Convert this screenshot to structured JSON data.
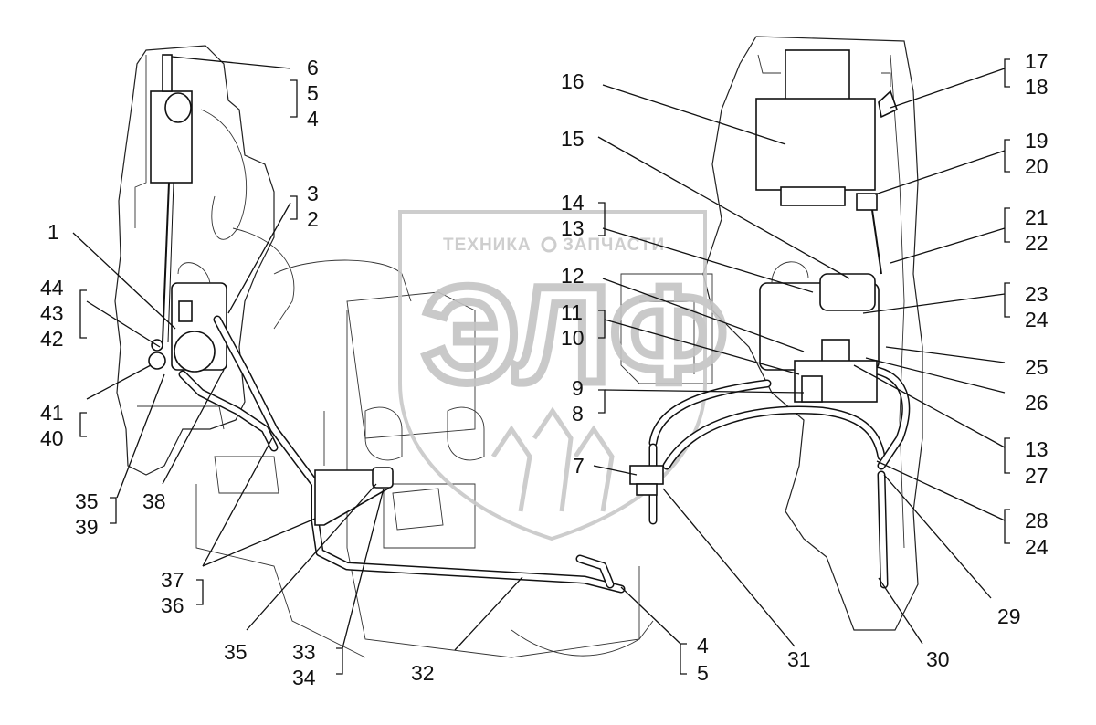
{
  "watermark": {
    "top_text_left": "ТЕХНИКА",
    "top_text_right": "ЗАПЧАСТИ",
    "big_text": "ЭЛФ"
  },
  "callouts": {
    "c1": "1",
    "c2": "2",
    "c3": "3",
    "c4a": "4",
    "c5a": "5",
    "c6": "6",
    "c7": "7",
    "c8": "8",
    "c9": "9",
    "c10": "10",
    "c11": "11",
    "c12": "12",
    "c13a": "13",
    "c13b": "13",
    "c14": "14",
    "c15": "15",
    "c16": "16",
    "c17": "17",
    "c18": "18",
    "c19": "19",
    "c20": "20",
    "c21": "21",
    "c22": "22",
    "c23": "23",
    "c24a": "24",
    "c24b": "24",
    "c25": "25",
    "c26": "26",
    "c27": "27",
    "c28": "28",
    "c29": "29",
    "c30": "30",
    "c31": "31",
    "c32": "32",
    "c33": "33",
    "c34": "34",
    "c4b": "4",
    "c5b": "5",
    "c35a": "35",
    "c35b": "35",
    "c36": "36",
    "c37": "37",
    "c38": "38",
    "c39": "39",
    "c40": "40",
    "c41": "41",
    "c42": "42",
    "c43": "43",
    "c44": "44"
  }
}
